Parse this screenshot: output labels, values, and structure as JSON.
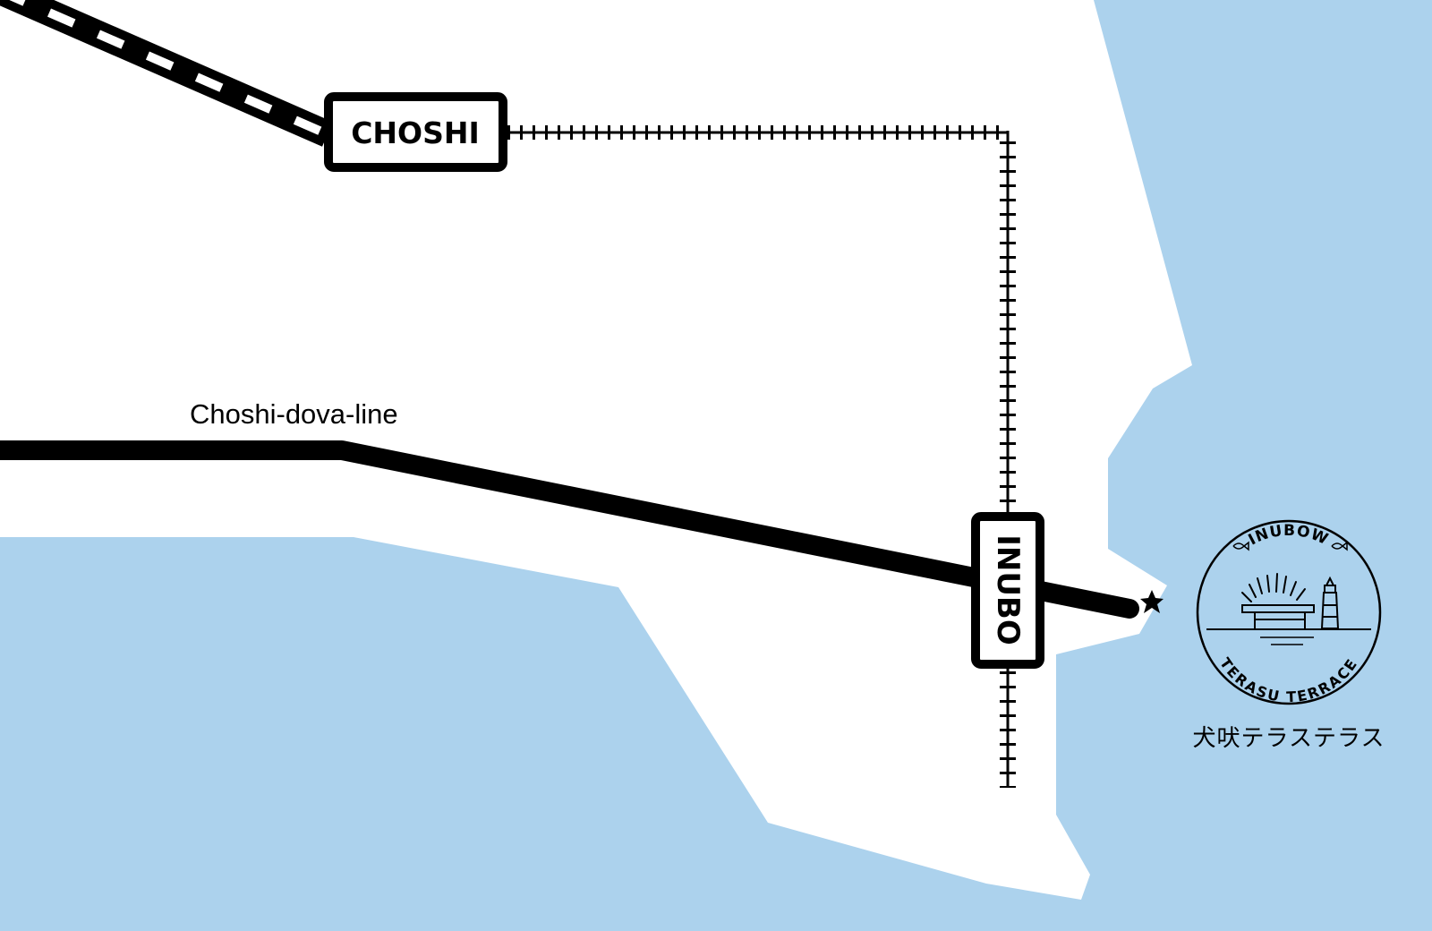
{
  "colors": {
    "sea": "#acd2ed",
    "land": "#ffffff",
    "line": "#000000"
  },
  "stations": {
    "choshi": "CHOSHI",
    "inubo": "INUBO"
  },
  "lines": {
    "choshi_dova": "Choshi-dova-line"
  },
  "logo": {
    "top_text": "INUBOW",
    "bottom_text": "TERASU TERRACE",
    "japanese": "犬吠テラステラス"
  },
  "icons": {
    "destination": "star-icon",
    "logo": "lighthouse-terrace-badge-icon"
  }
}
